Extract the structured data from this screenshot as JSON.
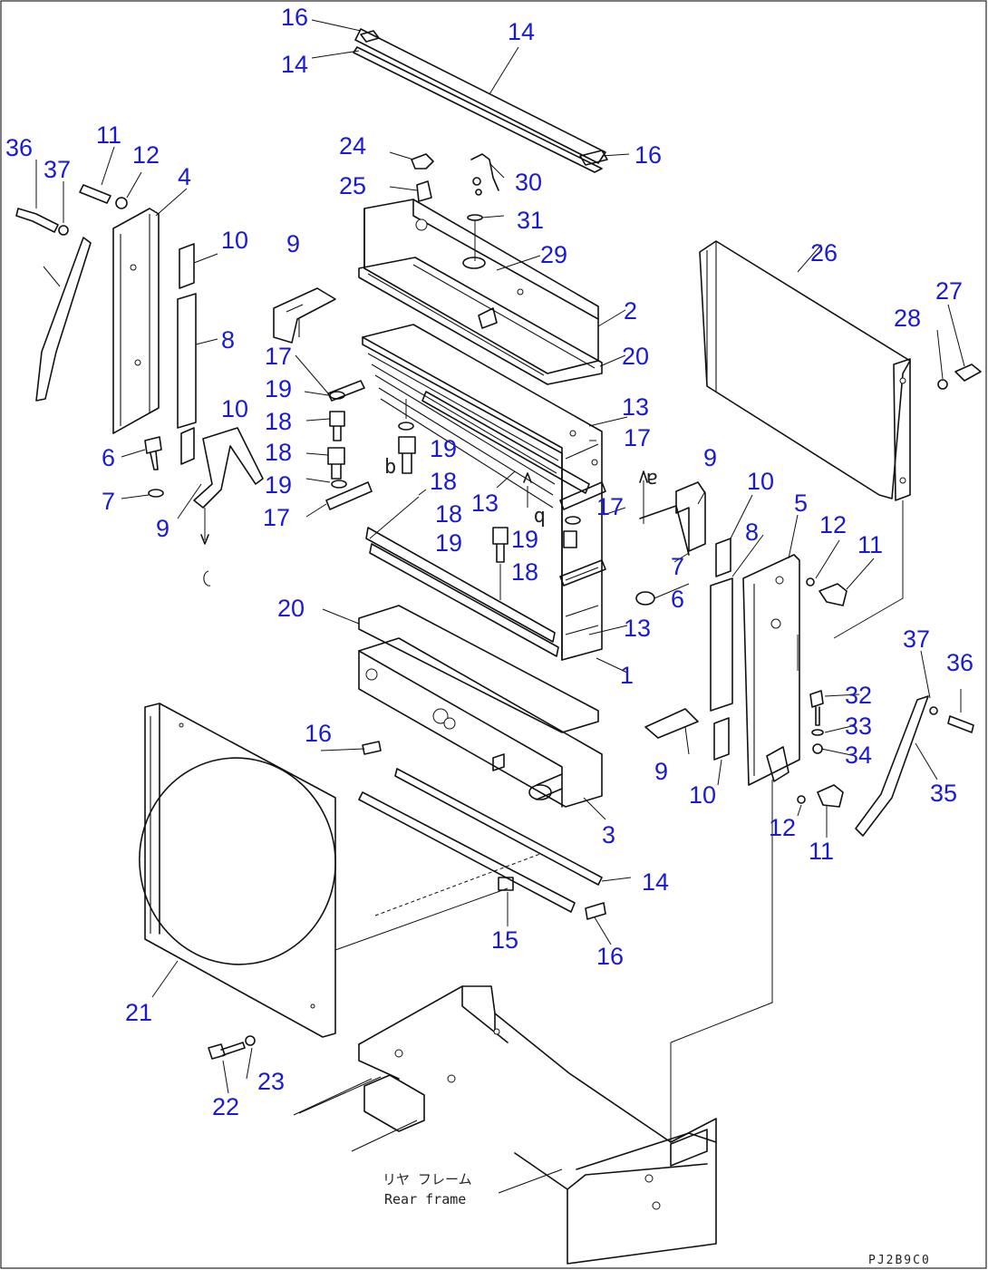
{
  "diagram": {
    "callouts": [
      "16",
      "14",
      "14",
      "16",
      "36",
      "37",
      "11",
      "12",
      "4",
      "24",
      "30",
      "25",
      "31",
      "29",
      "10",
      "9",
      "26",
      "27",
      "8",
      "2",
      "28",
      "17",
      "20",
      "19",
      "13",
      "18",
      "10",
      "17",
      "18",
      "19",
      "6",
      "18",
      "7",
      "19",
      "9",
      "13",
      "9",
      "17",
      "10",
      "19",
      "17",
      "18",
      "19",
      "5",
      "8",
      "12",
      "11",
      "18",
      "7",
      "6",
      "20",
      "13",
      "1",
      "37",
      "36",
      "32",
      "33",
      "16",
      "34",
      "9",
      "3",
      "10",
      "35",
      "12",
      "11",
      "14",
      "15",
      "16",
      "21",
      "23",
      "22"
    ],
    "frame_label_jp": "リヤ フレーム",
    "frame_label_en": "Rear frame",
    "drawing_code": "PJ2B9C0"
  }
}
